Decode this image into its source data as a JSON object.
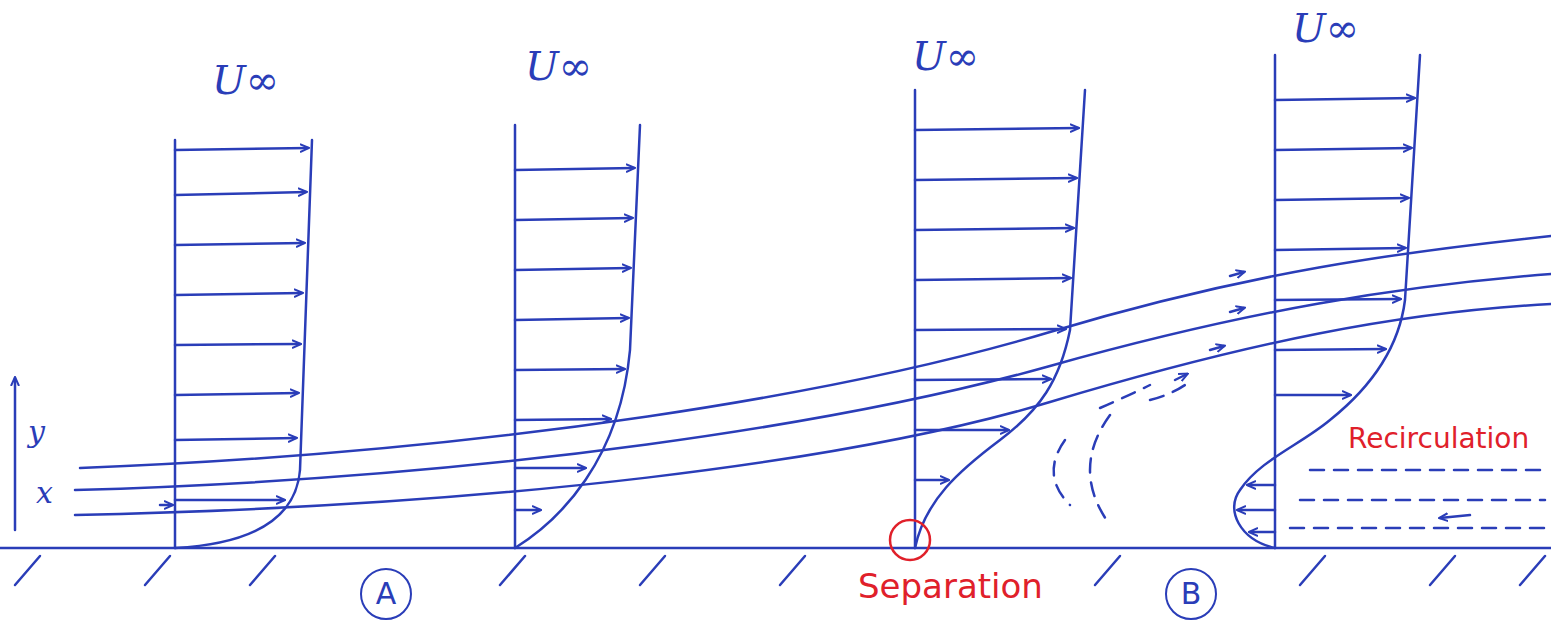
{
  "diagram": {
    "nodes": [
      {
        "text": [
          "A"
        ]
      },
      {
        "text": [
          "B"
        ]
      }
    ],
    "labels": [
      "U∞",
      "U∞",
      "U∞",
      "U∞",
      "y",
      "x",
      "Separation",
      "Recirculation"
    ]
  }
}
